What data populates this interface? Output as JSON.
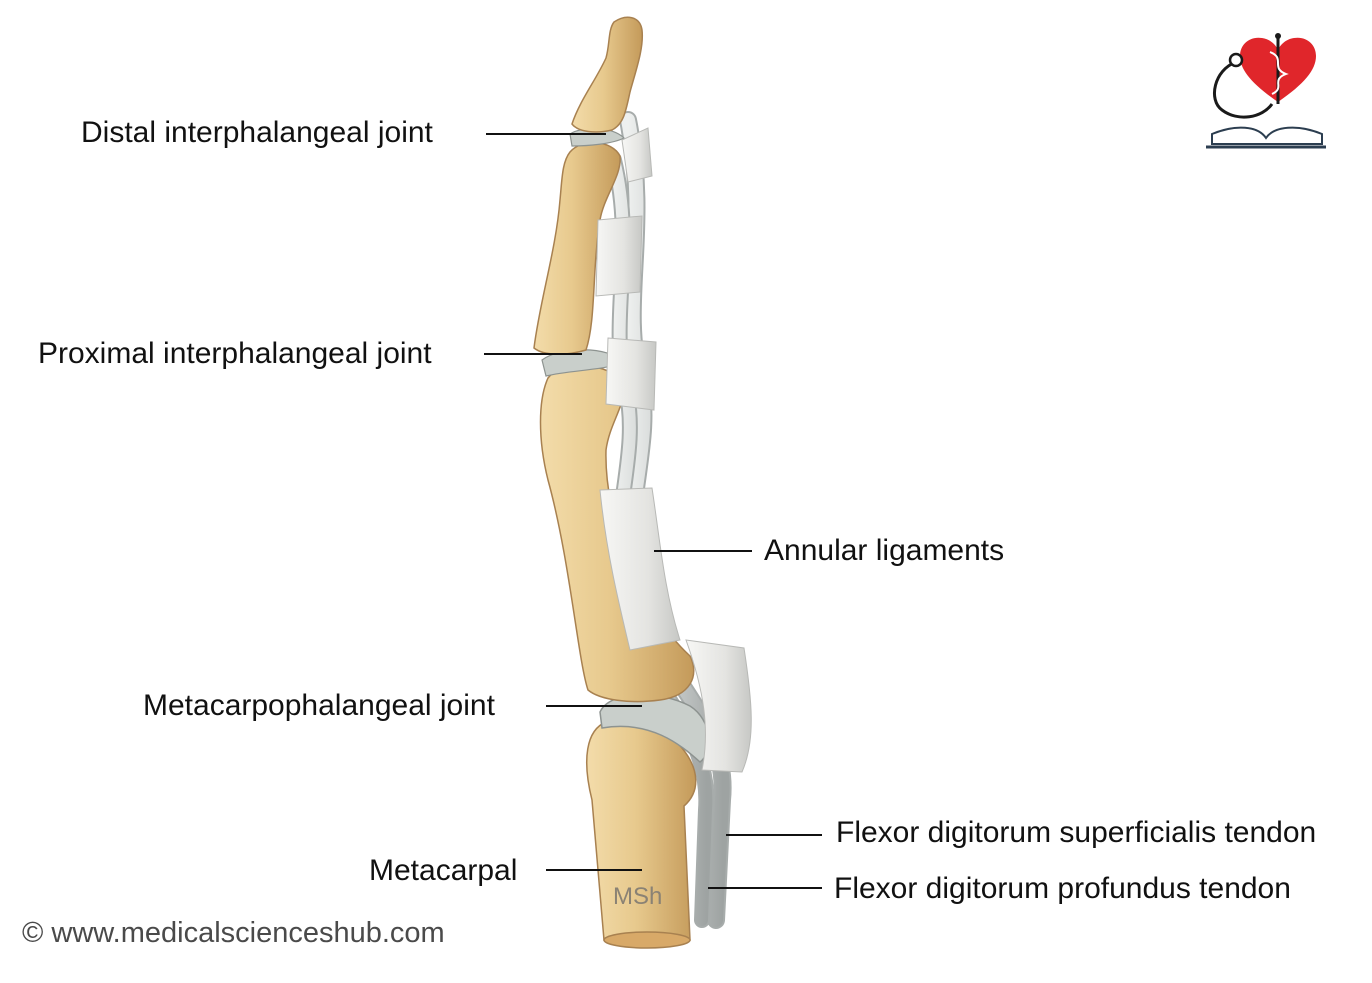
{
  "labels": {
    "distal_ip_joint": "Distal interphalangeal joint",
    "proximal_ip_joint": "Proximal interphalangeal joint",
    "annular_ligaments": "Annular ligaments",
    "mcp_joint": "Metacarpophalangeal joint",
    "fds_tendon": "Flexor digitorum superficialis tendon",
    "metacarpal": "Metacarpal",
    "fdp_tendon": "Flexor digitorum profundus tendon"
  },
  "watermark": "MSh",
  "copyright": "© www.medicalscienceshub.com",
  "logo": {
    "icon": "heart-caduceus-stethoscope-book-logo"
  },
  "colors": {
    "bone": "#e7c98d",
    "bone_shadow": "#c9a062",
    "ligament": "#e6e6e4",
    "tendon": "#cfd2d2",
    "cartilage": "#c9cfcb",
    "heart": "#e0262b"
  }
}
